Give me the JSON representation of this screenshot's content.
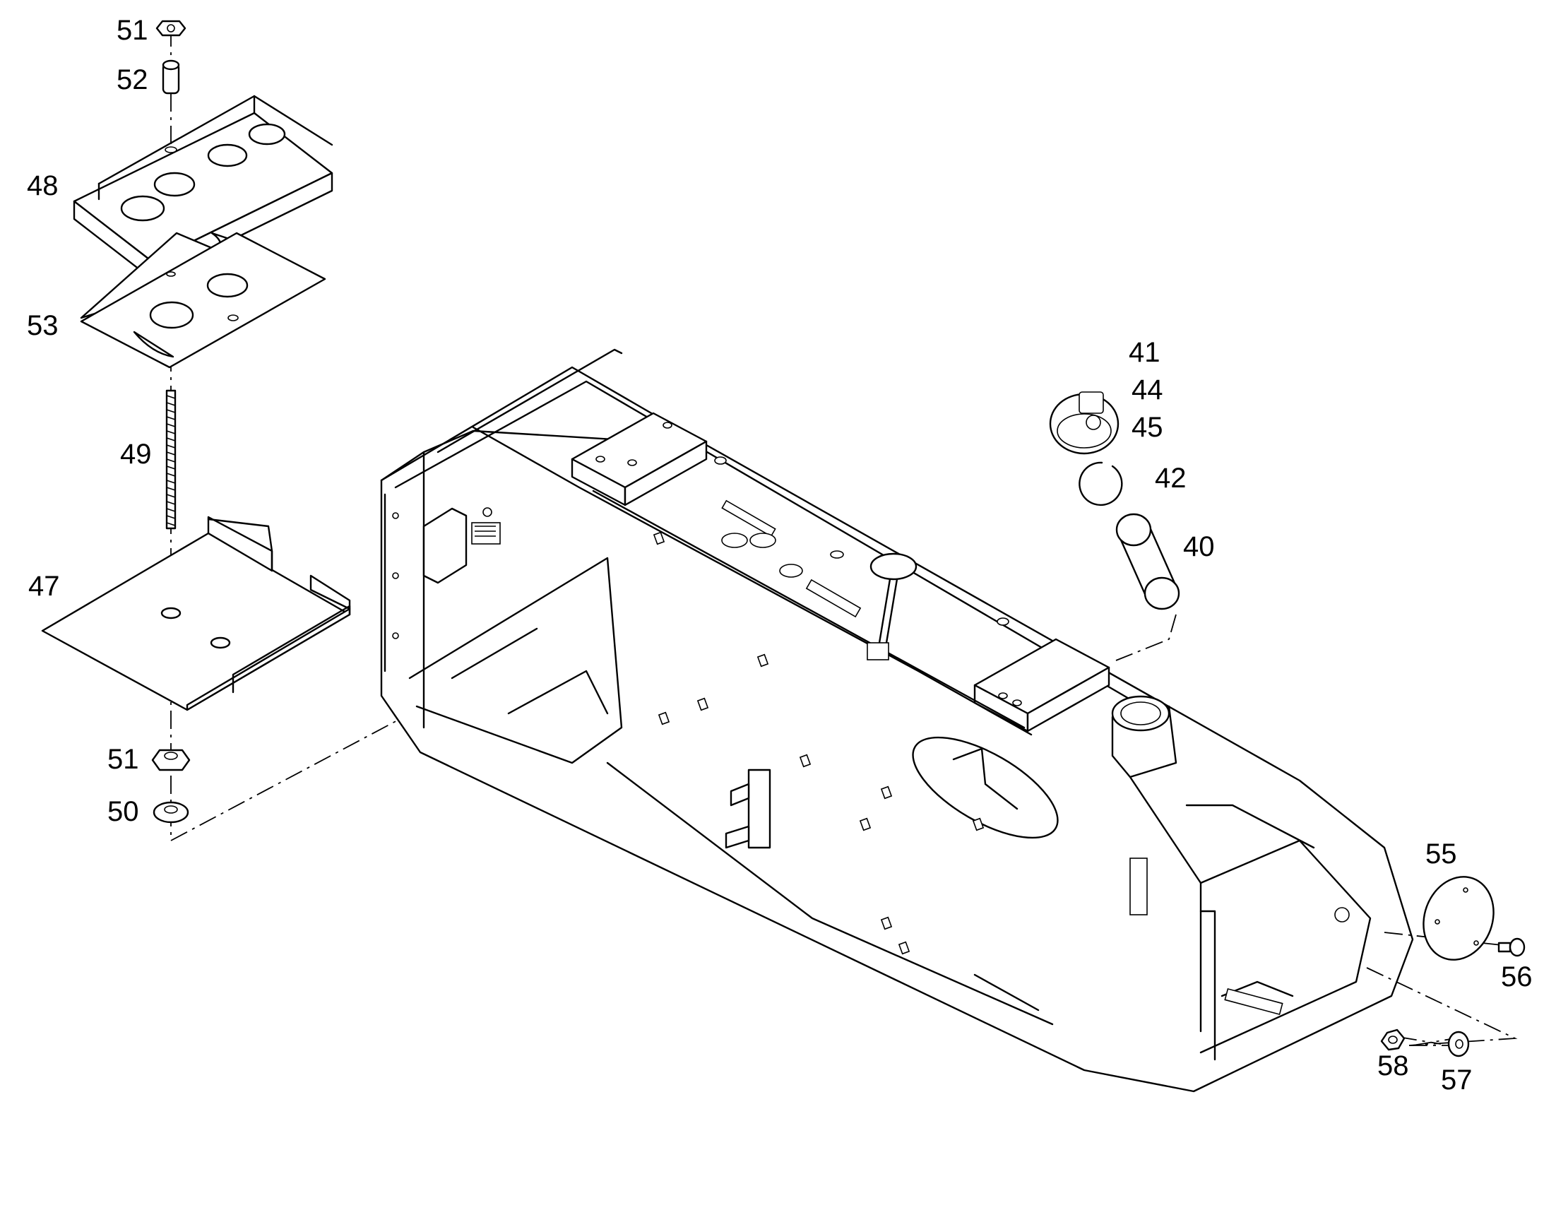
{
  "diagram": {
    "type": "exploded-parts-view",
    "callouts": [
      "51",
      "52",
      "48",
      "53",
      "49",
      "47",
      "51",
      "50",
      "41",
      "44",
      "45",
      "42",
      "40",
      "55",
      "56",
      "58",
      "57"
    ]
  }
}
